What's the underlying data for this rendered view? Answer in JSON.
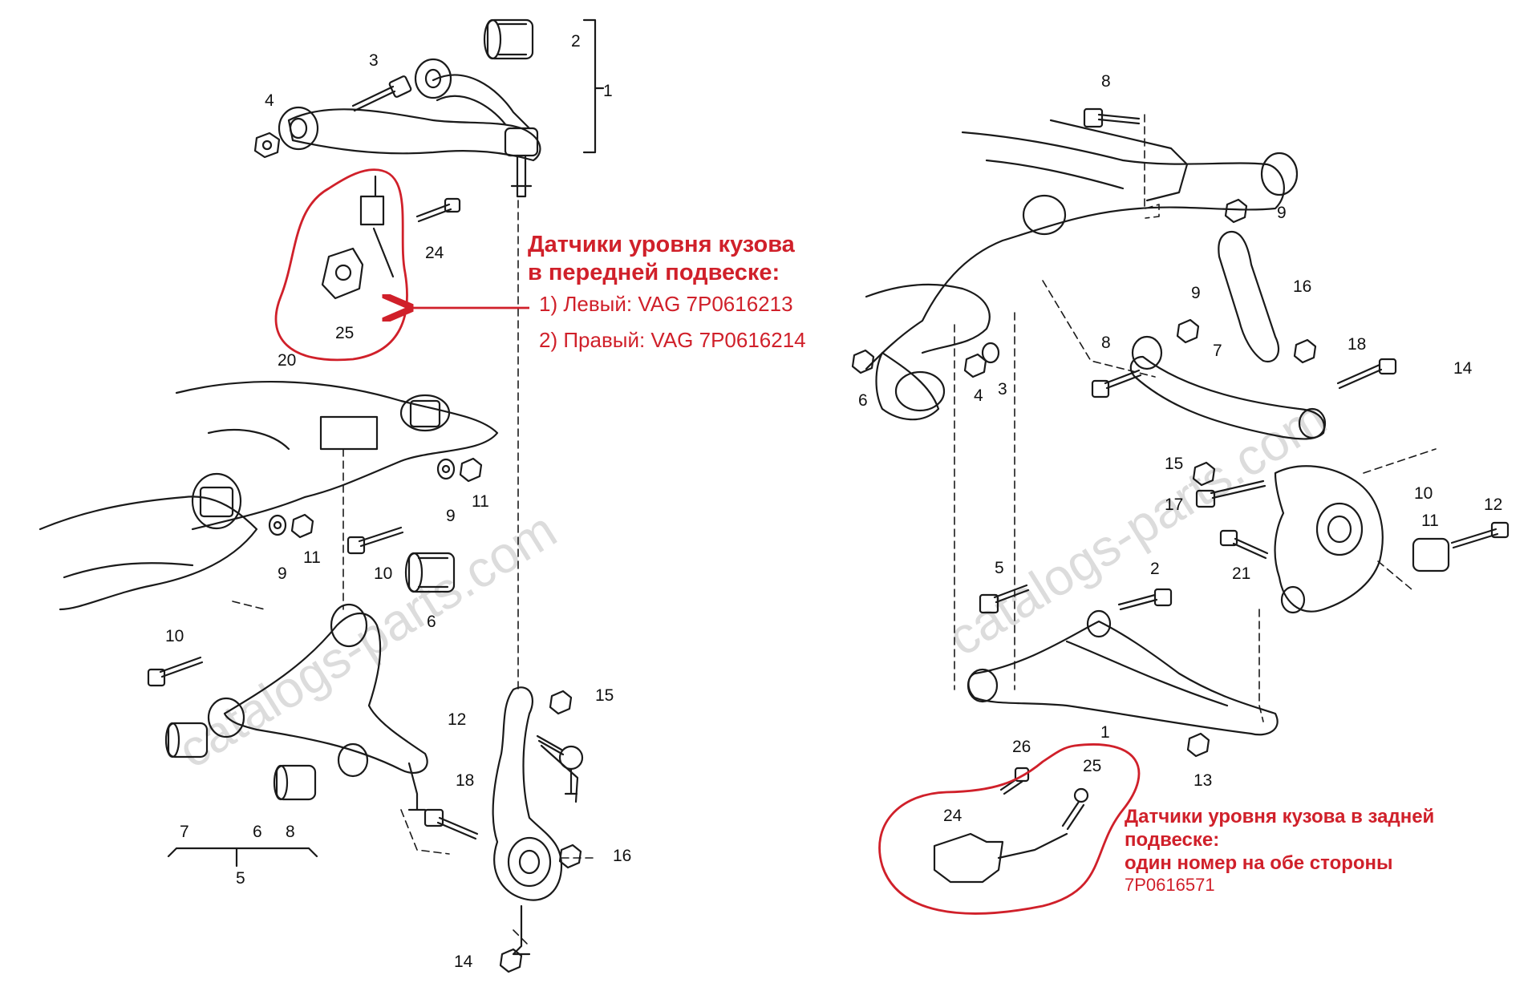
{
  "watermark": "catalogs-parts.com",
  "front_note": {
    "title_line1": "Датчики уровня кузова",
    "title_line2": "в передней подвеске:",
    "item1": "1)  Левый: VAG 7P0616213",
    "item2": "2)  Правый: VAG 7P0616214"
  },
  "rear_note": {
    "title_line1": "Датчики уровня кузова в задней",
    "title_line2": "подвеске:",
    "title_line3": "один номер на обе стороны",
    "part_no": "7P0616571"
  },
  "front_labels": [
    "1",
    "2",
    "3",
    "4",
    "24",
    "25",
    "20",
    "9",
    "11",
    "9",
    "11",
    "10",
    "6",
    "10",
    "7",
    "6",
    "8",
    "5",
    "12",
    "15",
    "18",
    "16",
    "14"
  ],
  "rear_labels": [
    "8",
    "9",
    "16",
    "9",
    "8",
    "18",
    "7",
    "14",
    "6",
    "4",
    "3",
    "15",
    "10",
    "17",
    "11",
    "12",
    "21",
    "5",
    "2",
    "1",
    "13",
    "26",
    "25",
    "24"
  ],
  "colors": {
    "annotation": "#d0202a",
    "line": "#1a1a1a",
    "watermark": "#d6d6d6"
  }
}
